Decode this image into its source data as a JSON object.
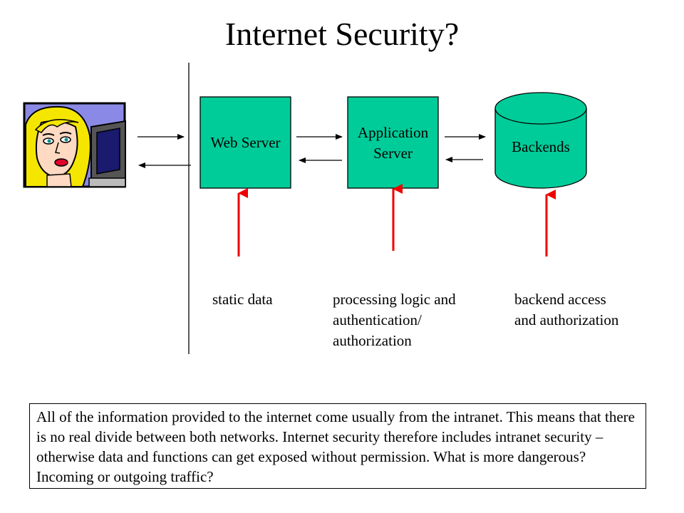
{
  "title": "Internet Security?",
  "colors": {
    "box_fill": "#00cc99",
    "arrow_red": "#ee0000",
    "line": "#000000"
  },
  "user_image": {
    "icon": "woman-at-computer-clipart"
  },
  "nodes": {
    "web_server": "Web Server",
    "app_server": "Application\nServer",
    "backends": "Backends"
  },
  "captions": {
    "web_server": "static data",
    "app_server": "processing logic and\nauthentication/\nauthorization",
    "backends": "backend access\nand authorization"
  },
  "note": "All of the information provided to the internet come usually from the intranet. This means that there is no real divide between both networks. Internet security therefore includes intranet security – otherwise data and functions can get exposed without permission. What is more dangerous? Incoming or outgoing traffic?"
}
